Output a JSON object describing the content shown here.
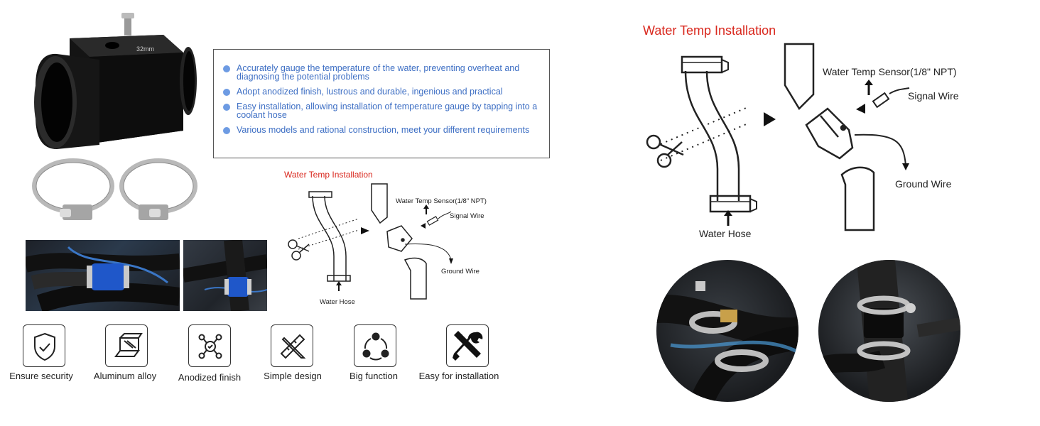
{
  "product": {
    "size_marking": "32mm"
  },
  "features": {
    "items": [
      "Accurately gauge the temperature of the water, preventing overheat and diagnosing the potential problems",
      "Adopt anodized finish, lustrous and durable, ingenious and practical",
      "Easy installation, allowing installation of temperature gauge by tapping into a coolant hose",
      "Various models and rational construction, meet your different requirements"
    ],
    "bullet_color": "#6d9be3",
    "text_color": "#3e6fc4"
  },
  "icons": [
    {
      "icon": "shield-check-icon",
      "label": "Ensure security"
    },
    {
      "icon": "aluminum-bar-icon",
      "label": "Aluminum alloy"
    },
    {
      "icon": "molecule-icon",
      "label": "Anodized finish"
    },
    {
      "icon": "ruler-pencil-icon",
      "label": "Simple design"
    },
    {
      "icon": "cycle-icon",
      "label": "Big function"
    },
    {
      "icon": "tools-icon",
      "label": "Easy for installation"
    }
  ],
  "diagram_small": {
    "title": "Water Temp Installation",
    "sensor_label": "Water Temp Sensor(1/8\" NPT)",
    "signal_label": "Signal Wire",
    "ground_label": "Ground Wire",
    "hose_label": "Water Hose"
  },
  "diagram_large": {
    "title": "Water Temp Installation",
    "sensor_label": "Water Temp Sensor(1/8\" NPT)",
    "signal_label": "Signal Wire",
    "ground_label": "Ground Wire",
    "hose_label": "Water Hose"
  },
  "colors": {
    "title_red": "#d9281e",
    "adapter_black": "#111111",
    "adapter_blue": "#1f57c9"
  }
}
